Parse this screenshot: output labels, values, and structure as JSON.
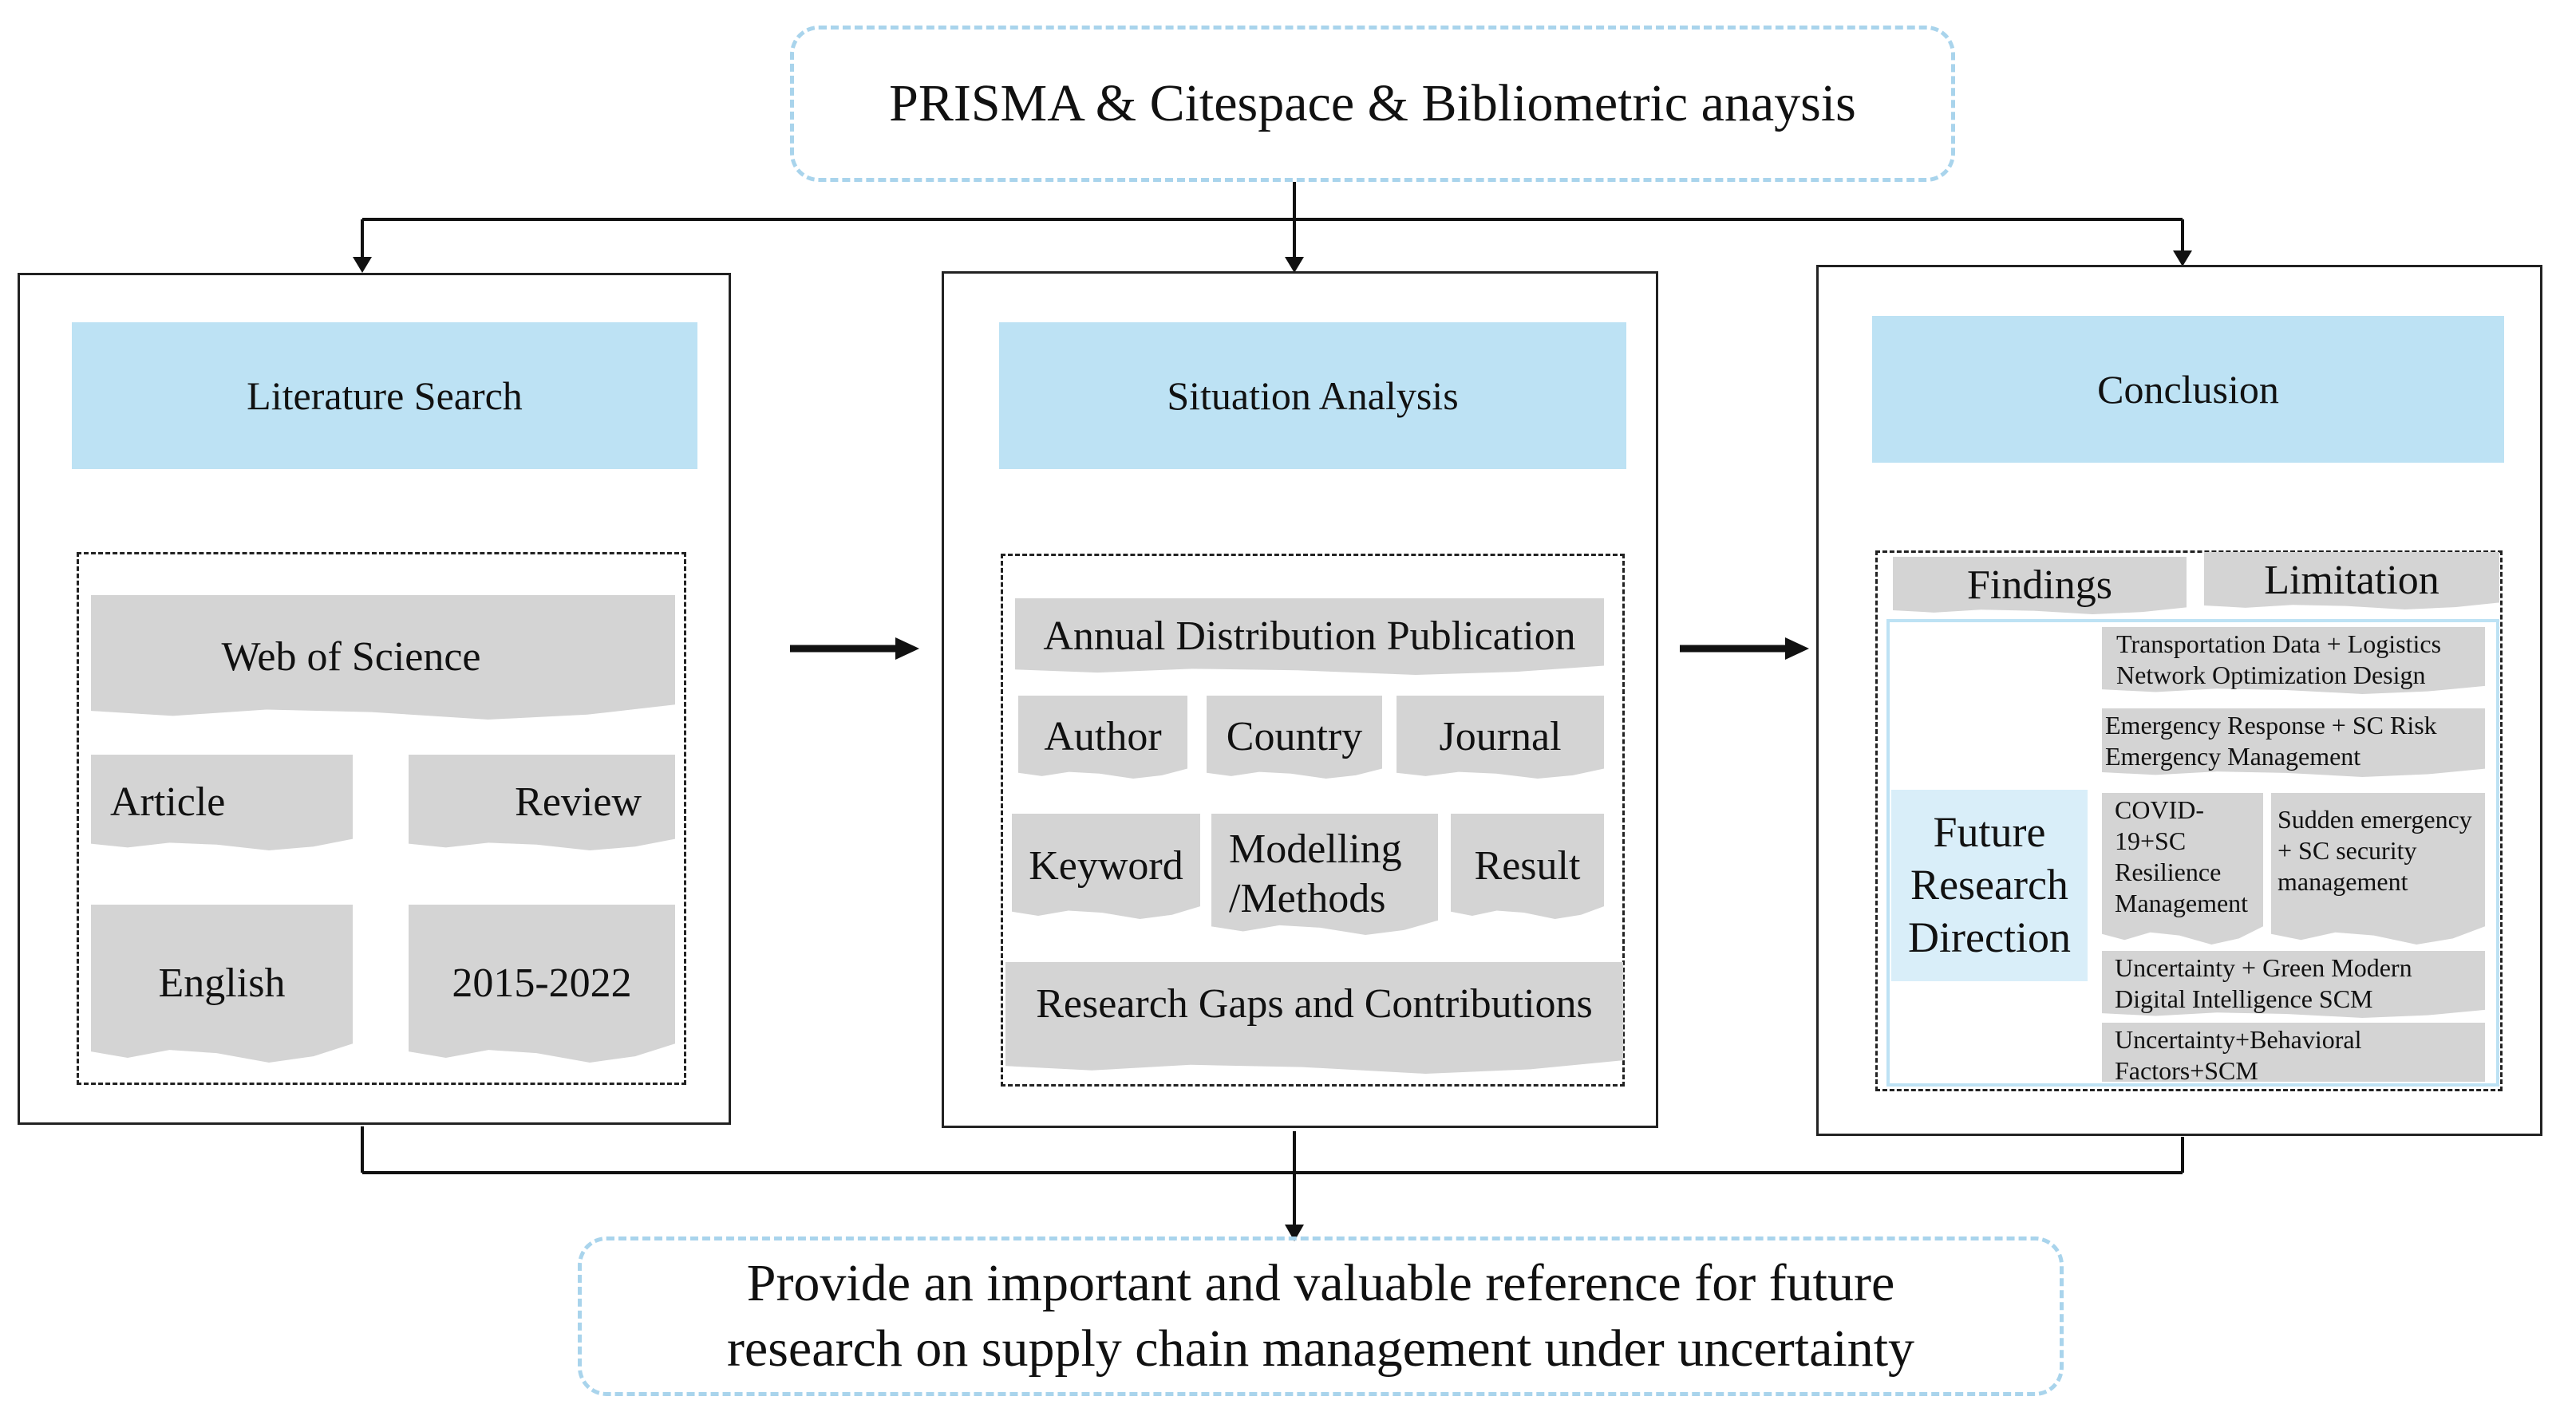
{
  "top_box": "PRISMA & Citespace & Bibliometric anaysis",
  "bottom_box": {
    "line1": "Provide an important and valuable reference for future",
    "line2": "research on supply chain management under uncertainty"
  },
  "panels": {
    "literature_search": {
      "title": "Literature Search",
      "items": {
        "database": "Web of Science",
        "type1": "Article",
        "type2": "Review",
        "language": "English",
        "years": "2015-2022"
      }
    },
    "situation_analysis": {
      "title": "Situation Analysis",
      "items": {
        "annual": "Annual Distribution Publication",
        "author": "Author",
        "country": "Country",
        "journal": "Journal",
        "keyword": "Keyword",
        "modelling_1": "Modelling",
        "modelling_2": "/Methods",
        "result": "Result",
        "gaps": "Research Gaps and Contributions"
      }
    },
    "conclusion": {
      "title": "Conclusion",
      "findings": "Findings",
      "limitation": "Limitation",
      "future": {
        "line1": "Future",
        "line2": "Research",
        "line3": "Direction"
      },
      "directions": {
        "d1_line1": "Transportation Data + Logistics",
        "d1_line2": "Network Optimization Design",
        "d2_line1": "Emergency Response + SC Risk",
        "d2_line2": "Emergency Management",
        "d3_line1": "COVID-",
        "d3_line2": "19+SC",
        "d3_line3": "Resilience",
        "d3_line4": "Management",
        "d4_line1": "Sudden emergency",
        "d4_line2": "+ SC security",
        "d4_line3": "management",
        "d5_line1": "Uncertainty + Green Modern",
        "d5_line2": "Digital Intelligence SCM",
        "d6_line1": "Uncertainty+Behavioral",
        "d6_line2": "Factors+SCM"
      }
    }
  }
}
